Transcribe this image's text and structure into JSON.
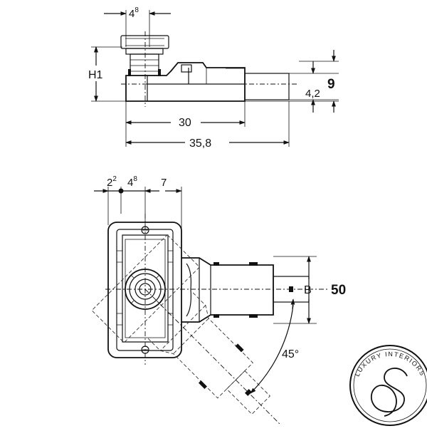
{
  "side_view": {
    "dim_top": {
      "base": "4",
      "sup": "8"
    },
    "dim_h1": "H1",
    "dim_9": "9",
    "dim_4_2": "4,2",
    "dim_30": "30",
    "dim_35_8": "35,8"
  },
  "top_view": {
    "dim_2_2": {
      "base": "2",
      "sup": "2"
    },
    "dim_4_8": {
      "base": "4",
      "sup": "8"
    },
    "dim_7": "7",
    "dim_b": "B",
    "dim_50": "50",
    "angle": "45°"
  },
  "logo": {
    "text": "LUXURY INTERIORS",
    "colors": {
      "ring": "#111111",
      "background": "#ffffff"
    }
  }
}
